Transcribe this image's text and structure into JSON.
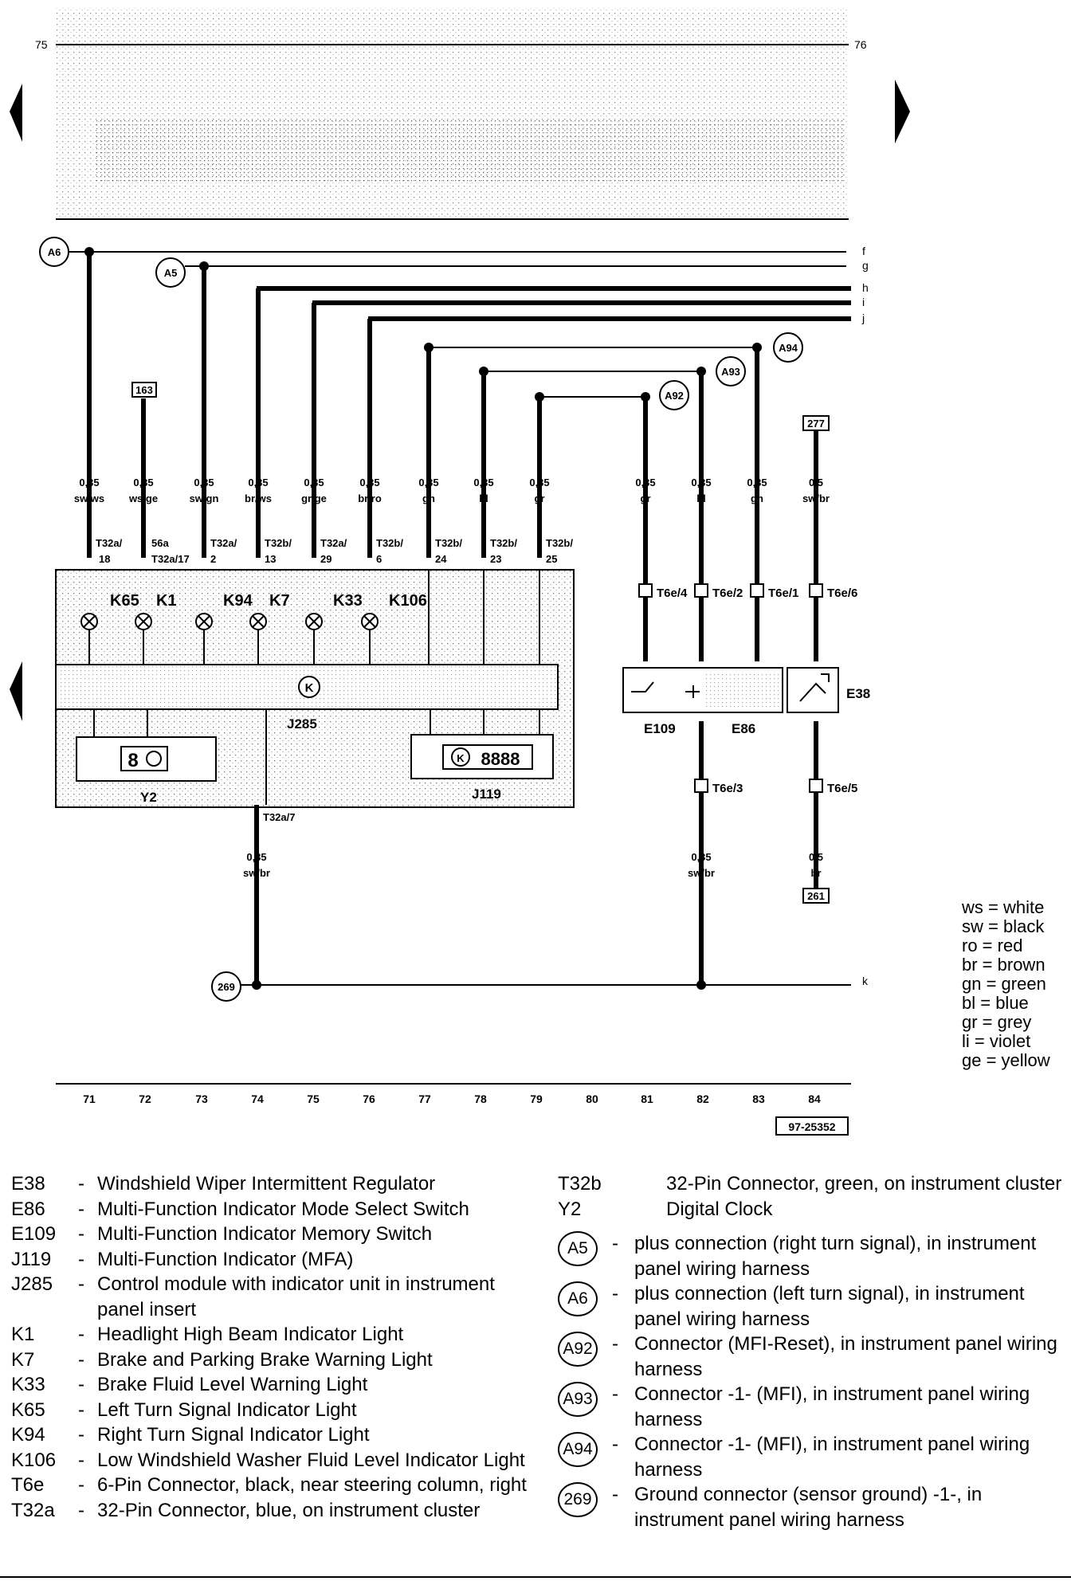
{
  "header": {
    "track_left": "75",
    "track_right": "76"
  },
  "wire_letters": [
    "f",
    "g",
    "h",
    "i",
    "j",
    "k"
  ],
  "connections": {
    "a6": "A6",
    "a5": "A5",
    "a94": "A94",
    "a93": "A93",
    "a92": "A92",
    "g269": "269"
  },
  "refs": {
    "r163": "163",
    "r277": "277",
    "r261": "261"
  },
  "wires": [
    {
      "gauge": "0,35",
      "color": "sw/ws"
    },
    {
      "gauge": "0,35",
      "color": "ws/ge"
    },
    {
      "gauge": "0,35",
      "color": "sw/gn"
    },
    {
      "gauge": "0,35",
      "color": "br/ws"
    },
    {
      "gauge": "0,35",
      "color": "gr/ge"
    },
    {
      "gauge": "0,35",
      "color": "br/ro"
    },
    {
      "gauge": "0,35",
      "color": "gn"
    },
    {
      "gauge": "0,35",
      "color": "bl"
    },
    {
      "gauge": "0,35",
      "color": "gr"
    },
    {
      "gauge": "0,35",
      "color": "gr"
    },
    {
      "gauge": "0,35",
      "color": "bl"
    },
    {
      "gauge": "0,35",
      "color": "gn"
    },
    {
      "gauge": "0,5",
      "color": "sw/br"
    }
  ],
  "pins": [
    {
      "a": "T32a/",
      "b": "18"
    },
    {
      "a": "56a",
      "b": "T32a/17"
    },
    {
      "a": "T32a/",
      "b": "2"
    },
    {
      "a": "T32b/",
      "b": "13"
    },
    {
      "a": "T32a/",
      "b": "29"
    },
    {
      "a": "T32b/",
      "b": "6"
    },
    {
      "a": "T32b/",
      "b": "24"
    },
    {
      "a": "T32b/",
      "b": "23"
    },
    {
      "a": "T32b/",
      "b": "25"
    }
  ],
  "t6e_pins": [
    "T6e/4",
    "T6e/2",
    "T6e/1",
    "T6e/6",
    "T6e/3",
    "T6e/5"
  ],
  "lamps": [
    "K65",
    "K1",
    "K94",
    "K7",
    "K33",
    "K106"
  ],
  "components": {
    "j285": "J285",
    "y2": "Y2",
    "j119": "J119",
    "e109": "E109",
    "e86": "E86",
    "e38": "E38"
  },
  "bottom_wires": [
    {
      "gauge": "0,35",
      "color": "sw/br",
      "pin": "T32a/7"
    },
    {
      "gauge": "0,35",
      "color": "sw/br"
    },
    {
      "gauge": "0,5",
      "color": "br"
    }
  ],
  "color_key": [
    "ws = white",
    "sw = black",
    "ro = red",
    "br = brown",
    "gn = green",
    "bl = blue",
    "gr = grey",
    "li = violet",
    "ge = yellow"
  ],
  "track_numbers": [
    "71",
    "72",
    "73",
    "74",
    "75",
    "76",
    "77",
    "78",
    "79",
    "80",
    "81",
    "82",
    "83",
    "84"
  ],
  "diagram_id": "97-25352",
  "legend_left": [
    {
      "code": "E38",
      "desc": "Windshield Wiper Intermittent Regulator"
    },
    {
      "code": "E86",
      "desc": "Multi-Function Indicator Mode Select Switch"
    },
    {
      "code": "E109",
      "desc": "Multi-Function Indicator Memory Switch"
    },
    {
      "code": "J119",
      "desc": "Multi-Function Indicator (MFA)"
    },
    {
      "code": "J285",
      "desc": "Control module with indicator unit in instrument panel insert"
    },
    {
      "code": "K1",
      "desc": "Headlight High Beam Indicator Light"
    },
    {
      "code": "K7",
      "desc": "Brake and Parking Brake Warning Light"
    },
    {
      "code": "K33",
      "desc": "Brake Fluid Level Warning Light"
    },
    {
      "code": "K65",
      "desc": "Left Turn Signal Indicator Light"
    },
    {
      "code": "K94",
      "desc": "Right Turn Signal Indicator Light"
    },
    {
      "code": "K106",
      "desc": "Low Windshield Washer Fluid Level Indicator Light"
    },
    {
      "code": "T6e",
      "desc": "6-Pin Connector, black, near steering column, right"
    },
    {
      "code": "T32a",
      "desc": "32-Pin Connector, blue, on instrument cluster"
    }
  ],
  "legend_right": [
    {
      "code": "T32b",
      "desc": "32-Pin Connector, green, on instrument cluster"
    },
    {
      "code": "Y2",
      "desc": "Digital Clock"
    }
  ],
  "legend_circles": [
    {
      "code": "A5",
      "desc": "plus connection (right turn signal), in instrument panel wiring harness"
    },
    {
      "code": "A6",
      "desc": "plus connection (left turn signal), in instrument panel wiring harness"
    },
    {
      "code": "A92",
      "desc": "Connector (MFI-Reset), in instrument panel wiring harness"
    },
    {
      "code": "A93",
      "desc": "Connector -1- (MFI), in instrument panel wiring harness"
    },
    {
      "code": "A94",
      "desc": "Connector -1- (MFI), in instrument panel wiring harness"
    },
    {
      "code": "269",
      "desc": "Ground connector (sensor ground) -1-, in instrument panel wiring harness"
    }
  ]
}
